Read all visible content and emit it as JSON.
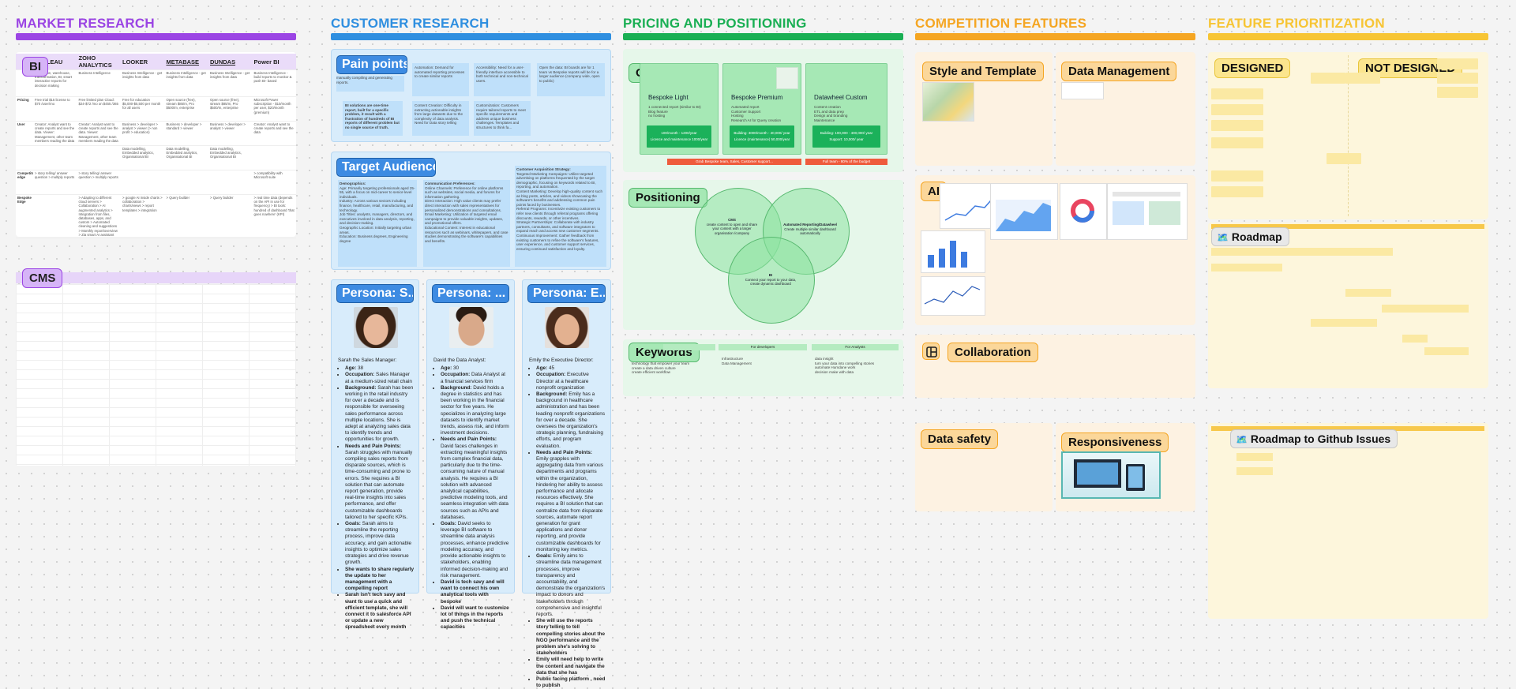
{
  "sections": {
    "market": "MARKET RESEARCH",
    "customer": "CUSTOMER RESEARCH",
    "pricing": "PRICING AND POSITIONING",
    "competition": "COMPETITION FEATURES",
    "prioritization": "FEATURE PRIORITIZATION"
  },
  "colors": {
    "market": "#9b45e4",
    "customer": "#2f8fe0",
    "pricing": "#1aaf54",
    "competition": "#f5a623",
    "prioritization": "#f7c535"
  },
  "market": {
    "bi_tag": "BI",
    "cms_tag": "CMS",
    "columns": [
      "TABLEAU",
      "ZOHO ANALYTICS",
      "LOOKER",
      "METABASE",
      "DUNDAS",
      "Power BI"
    ],
    "row_labels": [
      "",
      "Pricing",
      "User",
      "",
      "Competitor edge",
      "Bespoke Edge"
    ],
    "rows": [
      [
        "Integration, warehouse, transformation, BI, smart interactive reports for decision making",
        "Business Intelligence",
        "Business Intelligence - get insights from data",
        "Business Intelligence - get insights from data",
        "Business Intelligence - get insights from data",
        "Business Intelligence - build reports to monitor & push BI- based"
      ],
      [
        "Free trial $15 license to $70 /user/mo",
        "Free limited plan Cloud: $24-$72 /mo on $455 /365",
        "Free for education $5,000-$5,500 per month for all users",
        "Open source (free), stream $85/m, Pro $500/m, enterprise",
        "Open source (free), stream $85/m, Pro $500/m, enterprise",
        "Microsoft Power subscription - $10/month per user, $20/month (premium)"
      ],
      [
        "Creator: Analyst want to create reports and see the data. Viewer: Management, other team members reading the data",
        "Creator: Analyst want to create reports and see the data. Viewer: Management, other team members reading the data",
        "Business > developer > analyst > viewer (> non profit > education)",
        "Business > developer > standard > viewer",
        "Business > developer > analyst > viewer",
        "Creator: Analyst want to create reports and see the data"
      ],
      [
        "",
        "",
        "Data modelling, Embedded analytics, Organisational BI",
        "Data modelling, Embedded analytics, Organisational BI",
        "Data modelling, Embedded analytics, Organisational BI",
        ""
      ],
      [
        "> story telling/ answer question > multiply reports",
        "> story telling/ answer question > multiply reports",
        "",
        "",
        "",
        "> compatibility with Microsoft suite"
      ],
      [
        "",
        "> Adapting to different cloud servers > Collaboration > AI augmented analytics > Integration from files, databases, apps, and custom > Automated cleaning and suggestions > Monthly report/overview > Zia smart AI assistant",
        "> google AI inside charts > collaboration > charts/views > report templates > integration",
        "> Query builder",
        "> Query builder",
        "> real time data (depends on the API in use for frequency) > BI tools: hundred of dashboard 'that goes nowhere' (KPI)"
      ]
    ]
  },
  "customer": {
    "pain_title": "Pain points",
    "pain_notes": [
      "manually compiling and generating reports.",
      "Automation: Demand for automated reporting processes to create similar reports",
      "Accessibility: Need for a user-friendly interface accessible to both technical and non-technical users.",
      "Open the data: BI boards are for 1 team vs Bespoke reports will be for a larger audience (company wide, open to public)",
      "BI solutions are one-time report, built for a specific problem, it result with a frustration of hundreds of BI reports of different problem but no single source of truth.",
      "Content Creation: Difficulty in extracting actionable insights from large datasets due to the complexity of data analysis. Need for Data story telling",
      "Customization: Customers require tailored reports to meet specific requirements and address unique business challenges. Templates and structures to think fa..."
    ],
    "audience_title": "Target Audience",
    "audience_cols": [
      {
        "head": "Demographics:",
        "items": [
          "Age: Primarily targeting professionals aged 25-55, with a focus on mid-career to senior-level individuals.",
          "Industry: Across various sectors including finance, healthcare, retail, manufacturing, and technology.",
          "Job Titles: analysts, managers, directors, and executives involved in data analysis, reporting, and decision-making.",
          "Geographic Location: Initially targeting urban areas.",
          "Education: Business degrees, Engineering degree"
        ]
      },
      {
        "head": "Communication Preferences:",
        "items": [
          "Online Channels: Preference for online platforms such as websites, social media, and forums for information gathering.",
          "Direct Interaction: High value clients may prefer direct interaction with sales representatives for personalized demonstrations and consultations.",
          "Email Marketing: Utilization of targeted email campaigns to provide valuable insights, updates, and promotional offers.",
          "Educational Content: Interest in educational resources such as webinars, whitepapers, and case studies demonstrating the software's capabilities and benefits."
        ]
      },
      {
        "head": "Customer Acquisition Strategy:",
        "items": [
          "Targeted Marketing Campaigns: Utilize targeted advertising on platforms frequented by the target demographic, focusing on keywords related to BI, reporting, and automation.",
          "Content Marketing: Develop high-quality content such as blog posts, articles, and videos showcasing the software's benefits and addressing common pain points faced by businesses.",
          "Referral Programs: Incentivize existing customers to refer new clients through referral programs offering discounts, rewards, or other incentives.",
          "Strategic Partnerships: Collaborate with industry partners, consultants, and software integrators to expand reach and access new customer segments.",
          "Continuous Improvement: Gather feedback from existing customers to refine the software's features, user experience, and customer support services, ensuring continued satisfaction and loyalty."
        ]
      }
    ],
    "personas": [
      {
        "title": "Persona: S...",
        "intro": "Sarah the Sales Manager:",
        "items": [
          {
            "k": "Age:",
            "v": " 38"
          },
          {
            "k": "Occupation:",
            "v": " Sales Manager at a medium-sized retail chain"
          },
          {
            "k": "Background:",
            "v": " Sarah has been working in the retail industry for over a decade and is responsible for overseeing sales performance across multiple locations. She is adept at analyzing sales data to identify trends and opportunities for growth."
          },
          {
            "k": "Needs and Pain Points:",
            "v": " Sarah struggles with manually compiling sales reports from disparate sources, which is time-consuming and prone to errors. She requires a BI solution that can automate report generation, provide real-time insights into sales performance, and offer customizable dashboards tailored to her specific KPIs."
          },
          {
            "k": "Goals:",
            "v": " Sarah aims to streamline the reporting process, improve data accuracy, and gain actionable insights to optimize sales strategies and drive revenue growth."
          },
          {
            "k": "She wants to share regularly the update to her management with a compelling report",
            "v": ""
          },
          {
            "k": "Sarah isn't tech savy and want to use a quick and efficient template, she will connect it to salesforce API or update a new spreadsheet every month",
            "v": ""
          }
        ]
      },
      {
        "title": "Persona: ...",
        "intro": "David the Data Analyst:",
        "items": [
          {
            "k": "Age:",
            "v": " 30"
          },
          {
            "k": "Occupation:",
            "v": " Data Analyst at a financial services firm"
          },
          {
            "k": "Background:",
            "v": " David holds a degree in statistics and has been working in the financial sector for five years. He specializes in analyzing large datasets to identify market trends, assess risk, and inform investment decisions."
          },
          {
            "k": "Needs and Pain Points:",
            "v": " David faces challenges in extracting meaningful insights from complex financial data, particularly due to the time-consuming nature of manual analysis. He requires a BI solution with advanced analytical capabilities, predictive modeling tools, and seamless integration with data sources such as APIs and databases."
          },
          {
            "k": "Goals:",
            "v": " David seeks to leverage BI software to streamline data analysis processes, enhance predictive modeling accuracy, and provide actionable insights to stakeholders, enabling informed decision-making and risk management."
          },
          {
            "k": "David is tech savy and will want to connect his own analytical tools with bespoke",
            "v": ""
          },
          {
            "k": "David will want to customize lot of things in the reports and push the technical capacities",
            "v": ""
          }
        ]
      },
      {
        "title": "Persona: E...",
        "intro": "Emily the Executive Director:",
        "items": [
          {
            "k": "Age:",
            "v": " 45"
          },
          {
            "k": "Occupation:",
            "v": " Executive Director at a healthcare nonprofit organization"
          },
          {
            "k": "Background:",
            "v": " Emily has a background in healthcare administration and has been leading nonprofit organizations for over a decade. She oversees the organization's strategic planning, fundraising efforts, and program evaluation."
          },
          {
            "k": "Needs and Pain Points:",
            "v": " Emily grapples with aggregating data from various departments and programs within the organization, hindering her ability to assess performance and allocate resources effectively. She requires a BI solution that can centralize data from disparate sources, automate report generation for grant applications and donor reporting, and provide customizable dashboards for monitoring key metrics."
          },
          {
            "k": "Goals:",
            "v": " Emily aims to streamline data management processes, improve transparency and accountability, and demonstrate the organization's impact to donors and stakeholders through comprehensive and insightful reports."
          },
          {
            "k": "She will use the reports story telling to tell compelling stories about the NGO performance and the problem she's solving to stakeholders",
            "v": ""
          },
          {
            "k": "Emily will need help to write the content and navigate the data that she has",
            "v": ""
          },
          {
            "k": "Public facing platform , need to publish",
            "v": ""
          }
        ]
      }
    ]
  },
  "pricing": {
    "offers_title": "Offers",
    "offers": [
      {
        "name": "Bespoke Light",
        "bullets": [
          "1 connected report (similar to BI)",
          "Blog feature",
          "no hosting"
        ],
        "price": "100/month - 1200/year\nLicence and maintenance 1000/year"
      },
      {
        "name": "Bespoke Premium",
        "bullets": [
          "Automated report",
          "Customer Support",
          "Hosting",
          "Research AI for Query creation"
        ],
        "price": "Building: 3000/month - 40,000/ year\nLicence (maintenance) 50,000/year"
      },
      {
        "name": "Datawheel Custom",
        "bullets": [
          "Content creation",
          "ETL and data prep",
          "Design and branding",
          "Maintenance"
        ],
        "price": "Building: 100,000 - 400,000/ year\nSupport: 10,000/ year"
      }
    ],
    "offer_red_1": "Grab Bespoke team, Sales, Customer support...",
    "offer_red_2": "Full team - 80% of the budget",
    "positioning_title": "Positioning",
    "venn": [
      {
        "name": "CMS",
        "text": "create content to open and share your content with a larger organisation /company"
      },
      {
        "name": "Automated Reporting/Datawheel",
        "text": "Create multiple similar dashboard automatically"
      },
      {
        "name": "BI",
        "text": "Connect your report to your data, create dynamic dashboard"
      }
    ],
    "keywords_title": "Keywords",
    "kw_cols": [
      {
        "head": "",
        "items": [
          "technology that empower your team",
          "create a data driven culture",
          "create efficient workflow"
        ]
      },
      {
        "head": "For developers",
        "items": [
          "Infrastructure",
          "Data Management",
          "",
          ""
        ]
      },
      {
        "head": "For Analysts",
        "items": [
          "data insight",
          "turn your data into compelling stories",
          "automate Humdane work",
          "decision make with data"
        ]
      }
    ]
  },
  "competition": {
    "tags": [
      "Style and Template",
      "Data Management",
      "AI",
      "Collaboration",
      "Data safety",
      "Responsiveness"
    ]
  },
  "prioritization": {
    "designed": "DESIGNED",
    "not_designed": "NOT DESIGNED",
    "roadmap": "Roadmap",
    "roadmap_github": "Roadmap to Github Issues"
  }
}
